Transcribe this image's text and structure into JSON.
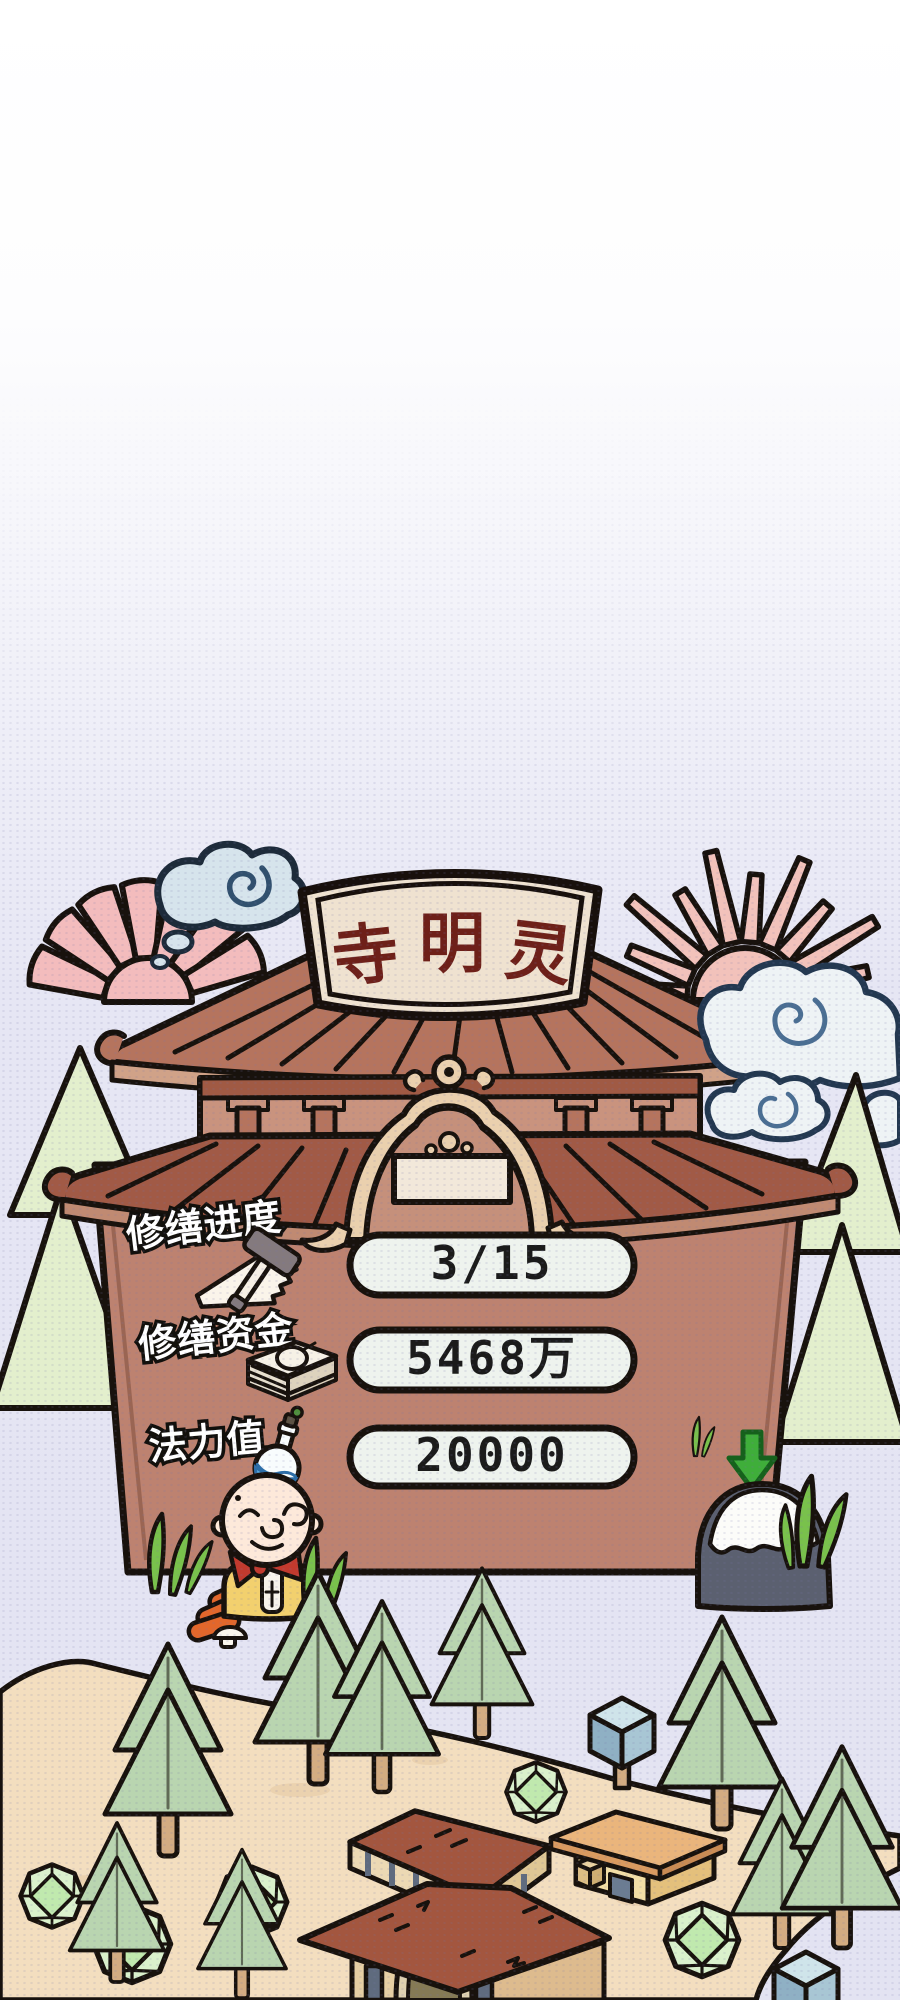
{
  "scene": {
    "sign": {
      "text": "寺明灵",
      "chars": [
        "寺",
        "明",
        "灵"
      ]
    },
    "stats": {
      "rows": [
        {
          "id": "repair-progress",
          "label": "修缮进度",
          "value": "3/15",
          "icon": "hammer-saw-icon"
        },
        {
          "id": "repair-funds",
          "label": "修缮资金",
          "value": "5468万",
          "icon": "money-stack-icon"
        },
        {
          "id": "mana",
          "label": "法力值",
          "value": "20000",
          "icon": "mana-potion-icon"
        }
      ]
    },
    "indicators": {
      "scroll_arrow_direction": "down"
    },
    "colors": {
      "background": "#e3e3f2",
      "sand": "#f3debf",
      "wall": "#bd8270",
      "roof_top": "#b5745e",
      "roof_lower": "#a15a46",
      "sign_board": "#efe2d0",
      "sign_text": "#6e2019",
      "pill_bg": "#eef3ee",
      "arrow_green": "#3fae3a",
      "tree": "#b9d5b0",
      "gem": "#c0e9ae",
      "mountain": "#5b6070",
      "monk_robe": "#f2d06e",
      "monk_scarf": "#c23a2e",
      "fan_pink": "#f3bcbd"
    }
  }
}
